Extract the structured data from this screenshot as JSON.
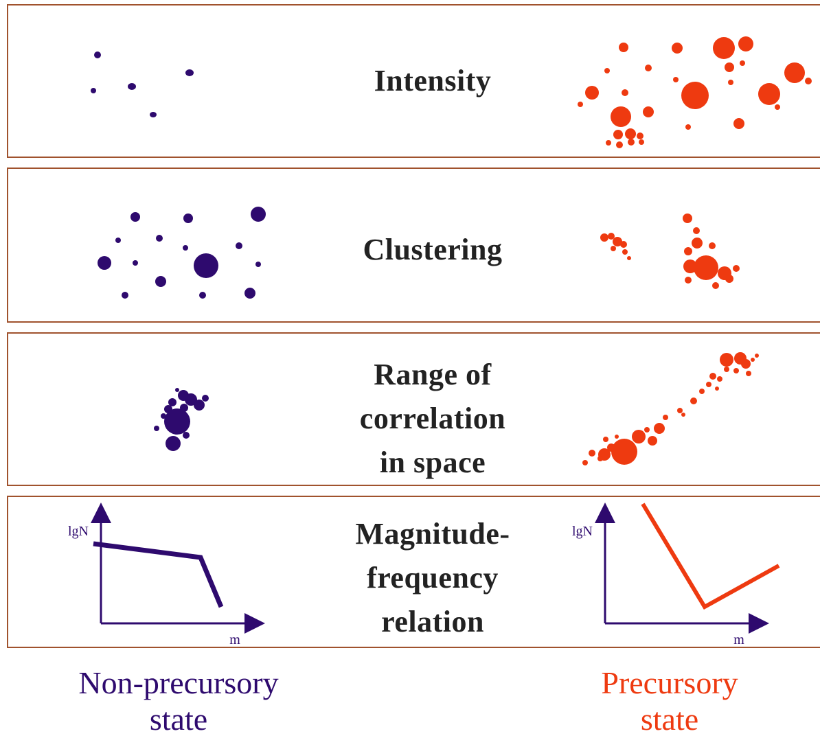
{
  "colors": {
    "non_precursory": "#2e0a6e",
    "precursory": "#ee3a10",
    "frame": "#a0522d",
    "title": "#222222"
  },
  "panels": [
    {
      "id": "intensity",
      "title_lines": [
        "Intensity"
      ]
    },
    {
      "id": "clustering",
      "title_lines": [
        "Clustering"
      ]
    },
    {
      "id": "correlation",
      "title_lines": [
        "Range of",
        "correlation",
        "in space"
      ]
    },
    {
      "id": "magnitude",
      "title_lines": [
        "Magnitude-",
        "frequency",
        "relation"
      ]
    }
  ],
  "graphs": {
    "left": {
      "y_label": "lgN",
      "x_label": "m"
    },
    "right": {
      "y_label": "lgN",
      "x_label": "m"
    }
  },
  "states": {
    "left": {
      "lines": [
        "Non-precursory",
        "state"
      ]
    },
    "right": {
      "lines": [
        "Precursory",
        "state"
      ]
    }
  }
}
